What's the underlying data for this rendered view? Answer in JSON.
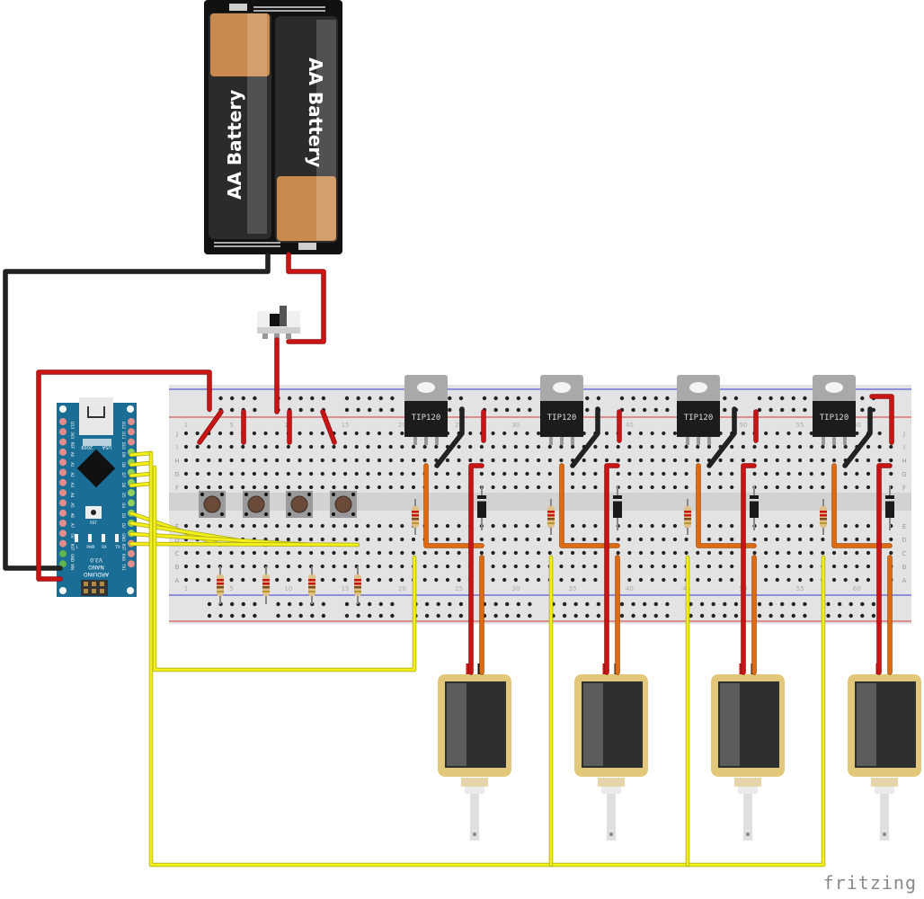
{
  "app": {
    "logo": "fritzing"
  },
  "battery_pack": {
    "cells": [
      {
        "label": "AA Battery"
      },
      {
        "label": "AA Battery"
      }
    ]
  },
  "arduino": {
    "board": "ARDUINO NANO V3.0",
    "line1": "ARDUINO",
    "line2": "NANO",
    "line3": "V3.0",
    "usa": "USA",
    "year": "2009",
    "rst": "RST",
    "icsp": "ICSP",
    "leds": [
      "L",
      "PWR",
      "RX",
      "TX"
    ],
    "left_pins": [
      "D13",
      "3V3",
      "REF",
      "A0",
      "A1",
      "A2",
      "A3",
      "A4",
      "A5",
      "A6",
      "A7",
      "5V",
      "RST",
      "GND",
      "VIN"
    ],
    "right_pins": [
      "D12",
      "D11",
      "D10",
      "D9",
      "D8",
      "D7",
      "D6",
      "D5",
      "D4",
      "D3",
      "D2",
      "GND",
      "RST",
      "RX0",
      "TX1"
    ]
  },
  "breadboard": {
    "row_labels": [
      "J",
      "I",
      "H",
      "G",
      "F",
      "E",
      "D",
      "C",
      "B",
      "A"
    ],
    "column_numbers": [
      "1",
      "5",
      "10",
      "15",
      "20",
      "25",
      "30",
      "35",
      "40",
      "45",
      "50",
      "55",
      "60"
    ]
  },
  "transistors": [
    {
      "label": "TIP120"
    },
    {
      "label": "TIP120"
    },
    {
      "label": "TIP120"
    },
    {
      "label": "TIP120"
    }
  ],
  "colors": {
    "wire_red": "#c81414",
    "wire_black": "#222222",
    "wire_yellow": "#f2ef1a",
    "wire_orange": "#e06a10",
    "board_blue": "#1a6e96",
    "breadboard": "#e3e3e3",
    "solenoid_frame": "#e2c77a"
  }
}
